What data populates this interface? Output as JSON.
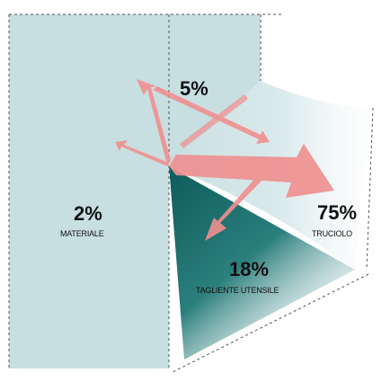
{
  "labels": {
    "material": {
      "percent": "2%",
      "name": "MATERIALE"
    },
    "friction": {
      "percent": "5%"
    },
    "chip": {
      "percent": "75%",
      "name": "TRUCIOLO"
    },
    "tool_edge": {
      "percent": "18%",
      "name": "TAGLIENTE UTENSILE"
    }
  },
  "colors": {
    "workpiece": "#c8dfe1",
    "chip": "#d8e8ea",
    "tool_dark": "#1e6f6d",
    "tool_light": "#d4e9e8",
    "arrow": "#f08f8f",
    "dashed_line": "#555555",
    "text": "#111111"
  }
}
